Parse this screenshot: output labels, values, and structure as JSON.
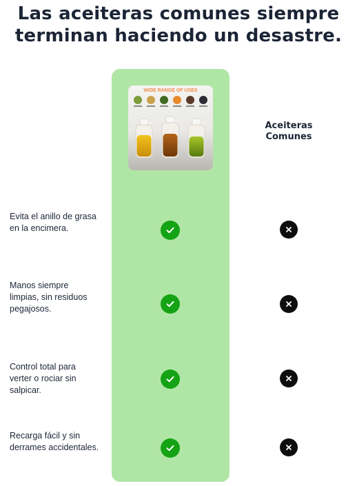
{
  "heading": "Las aceiteras comunes siempre terminan haciendo un desastre.",
  "product_image": {
    "banner_text": "WIDE RANGE OF USES",
    "alt": "product-oil-sprayers"
  },
  "comparison": {
    "competitor_header": "Aceiteras Comunes",
    "rows": [
      {
        "label": "Evita el anillo de grasa en la encimera.",
        "product": "check-icon",
        "competitor": "cross-icon"
      },
      {
        "label": "Manos siempre limpias, sin residuos pegajosos.",
        "product": "check-icon",
        "competitor": "cross-icon"
      },
      {
        "label": "Control total para verter o rociar sin salpicar.",
        "product": "check-icon",
        "competitor": "cross-icon"
      },
      {
        "label": "Recarga fácil y sin derrames accidentales.",
        "product": "check-icon",
        "competitor": "cross-icon"
      }
    ]
  },
  "colors": {
    "highlight_column": "#b0e6a5",
    "check": "#14a314",
    "cross": "#0d0d0d",
    "text": "#1c2536"
  }
}
